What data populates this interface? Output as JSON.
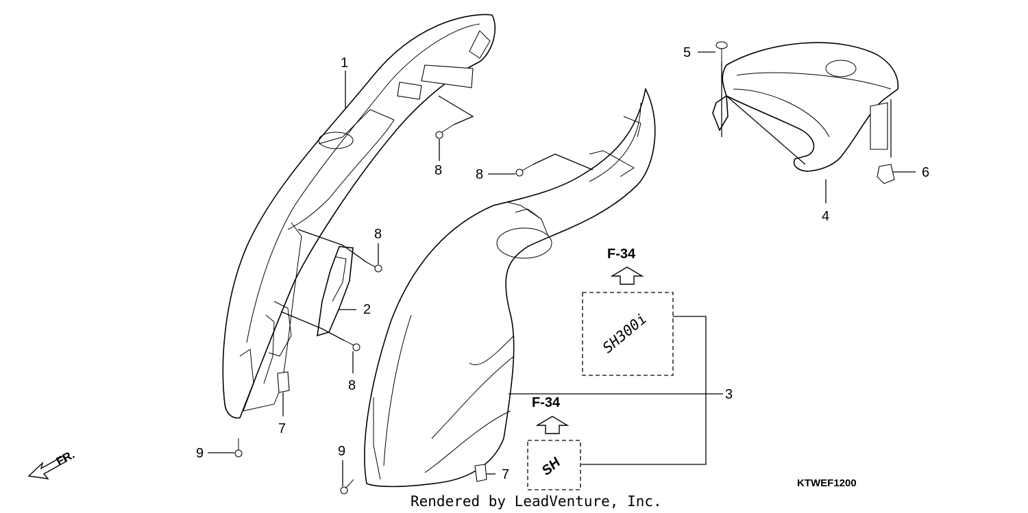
{
  "diagram": {
    "callouts": [
      {
        "id": "c1",
        "label": "1"
      },
      {
        "id": "c2",
        "label": "2"
      },
      {
        "id": "c3",
        "label": "3"
      },
      {
        "id": "c4",
        "label": "4"
      },
      {
        "id": "c5",
        "label": "5"
      },
      {
        "id": "c6",
        "label": "6"
      },
      {
        "id": "c7a",
        "label": "7"
      },
      {
        "id": "c7b",
        "label": "7"
      },
      {
        "id": "c8a",
        "label": "8"
      },
      {
        "id": "c8b",
        "label": "8"
      },
      {
        "id": "c8c",
        "label": "8"
      },
      {
        "id": "c8d",
        "label": "8"
      },
      {
        "id": "c9a",
        "label": "9"
      },
      {
        "id": "c9b",
        "label": "9"
      }
    ],
    "reference_upper": "F-34",
    "reference_lower": "F-34",
    "emblem_upper_text": "SH300i",
    "emblem_lower_text": "SH",
    "front_marker": "FR.",
    "diagram_code": "KTWEF1200",
    "credit": "Rendered by LeadVenture, Inc."
  }
}
